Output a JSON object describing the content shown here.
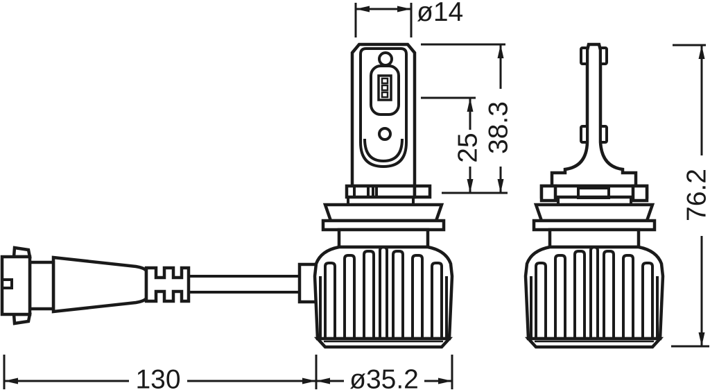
{
  "drawing": {
    "type": "technical-dimension-drawing",
    "subject": "LED retrofit headlight bulb with cable adapter, front and side views",
    "background_color": "#ffffff",
    "line_color": "#1a1a1a",
    "dimension_labels": {
      "tube_diameter": "ø14",
      "led_center_height": "25",
      "tube_height": "38.3",
      "overall_height": "76.2",
      "cable_length": "130",
      "heatsink_diameter": "ø35.2"
    }
  }
}
